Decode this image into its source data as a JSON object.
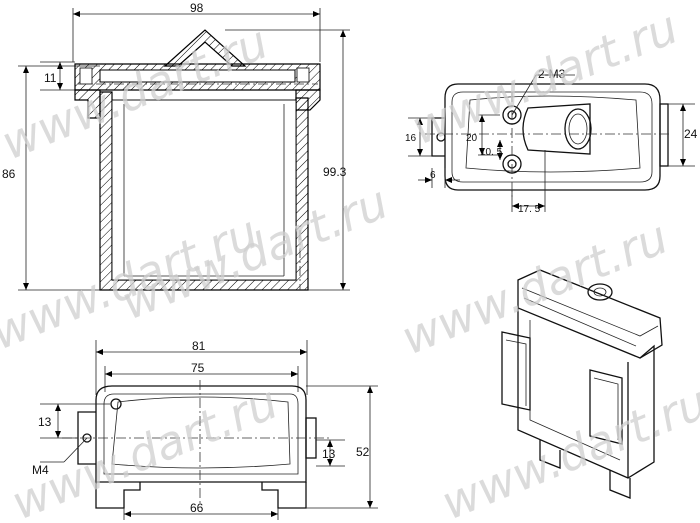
{
  "watermark": {
    "text": "www.dart.ru"
  },
  "dimensions": {
    "front_width": "98",
    "front_lid_height": "11",
    "front_total_height": "86",
    "front_total_height_lid": "99.3",
    "bottom_outer_width": "81",
    "bottom_inner_width": "75",
    "bottom_left_hole_offset": "13",
    "bottom_right_tab": "13",
    "bottom_height": "52",
    "bottom_foot_width": "66",
    "bottom_mount_thread": "M4",
    "top_thread": "2-M3",
    "top_height_24": "24",
    "top_16": "16",
    "top_20": "20",
    "top_10_5": "10. 5",
    "top_6": "6",
    "top_17_5": "17. 5"
  }
}
